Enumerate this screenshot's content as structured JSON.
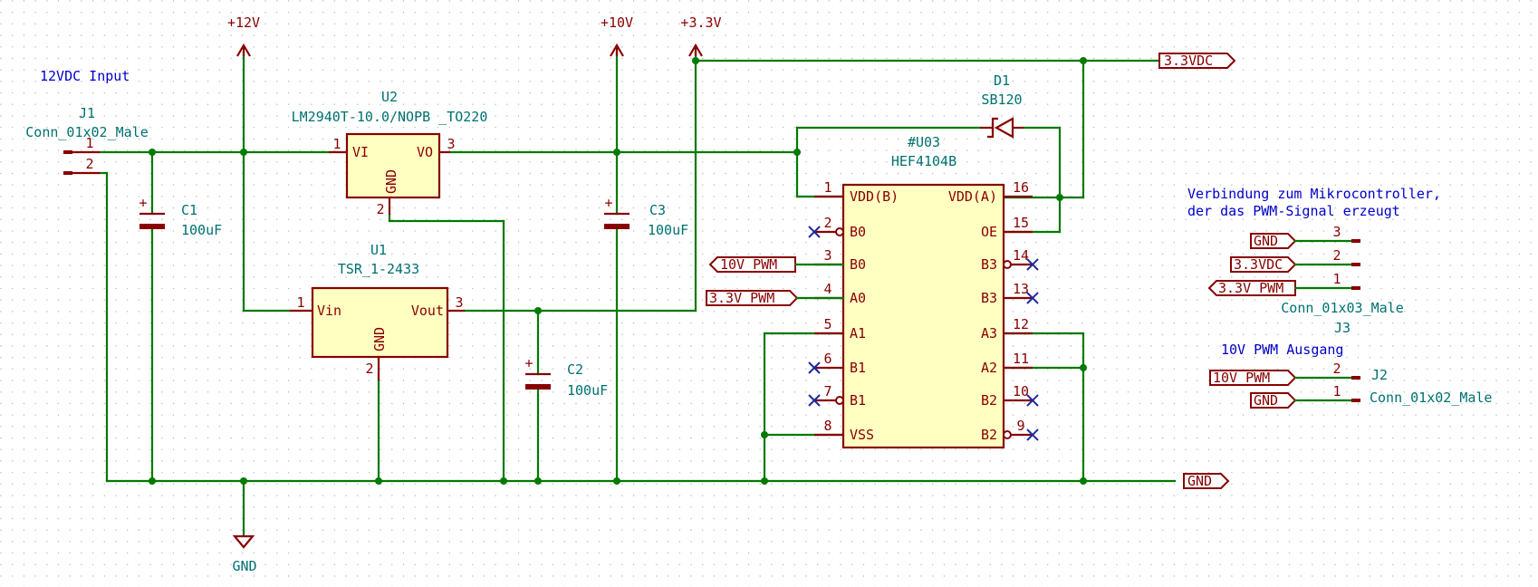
{
  "power": {
    "p12v": "+12V",
    "p10v": "+10V",
    "p33v": "+3.3V",
    "gnd_symbol": "GND"
  },
  "notes": {
    "input": "12VDC Input",
    "mcu_line1": "Verbindung zum Mikrocontroller,",
    "mcu_line2": "der das PWM-Signal erzeugt",
    "pwm_out": "10V PWM Ausgang"
  },
  "components": {
    "j1": {
      "ref": "J1",
      "value": "Conn_01x02_Male",
      "pin1": "1",
      "pin2": "2"
    },
    "u2": {
      "ref": "U2",
      "value": "LM2940T-10.0/NOPB _TO220",
      "vi": "VI",
      "vo": "VO",
      "gnd": "GND",
      "pin1": "1",
      "pin2": "2",
      "pin3": "3"
    },
    "c1": {
      "ref": "C1",
      "value": "100uF",
      "plus": "+"
    },
    "c3": {
      "ref": "C3",
      "value": "100uF",
      "plus": "+"
    },
    "c2": {
      "ref": "C2",
      "value": "100uF",
      "plus": "+"
    },
    "u1": {
      "ref": "U1",
      "value": "TSR_1-2433",
      "vin": "Vin",
      "vout": "Vout",
      "gnd": "GND",
      "pin1": "1",
      "pin2": "2",
      "pin3": "3"
    },
    "d1": {
      "ref": "D1",
      "value": "SB120"
    },
    "u03": {
      "ref": "#U03",
      "value": "HEF4104B",
      "left_pins": [
        {
          "num": "1",
          "name": "VDD(B)"
        },
        {
          "num": "2",
          "name": "B0"
        },
        {
          "num": "3",
          "name": "B0"
        },
        {
          "num": "4",
          "name": "A0"
        },
        {
          "num": "5",
          "name": "A1"
        },
        {
          "num": "6",
          "name": "B1"
        },
        {
          "num": "7",
          "name": "B1"
        },
        {
          "num": "8",
          "name": "VSS"
        }
      ],
      "right_pins": [
        {
          "num": "16",
          "name": "VDD(A)"
        },
        {
          "num": "15",
          "name": "OE"
        },
        {
          "num": "14",
          "name": "B3"
        },
        {
          "num": "13",
          "name": "B3"
        },
        {
          "num": "12",
          "name": "A3"
        },
        {
          "num": "11",
          "name": "A2"
        },
        {
          "num": "10",
          "name": "B2"
        },
        {
          "num": "9",
          "name": "B2"
        }
      ]
    },
    "j3": {
      "ref": "J3",
      "value": "Conn_01x03_Male",
      "pin3": "3",
      "pin2": "2",
      "pin1": "1"
    },
    "j2": {
      "ref": "J2",
      "value": "Conn_01x02_Male",
      "pin2": "2",
      "pin1": "1"
    }
  },
  "labels": {
    "l33vdc_top": "3.3VDC",
    "gnd_right": "GND",
    "pwm10_left": "10V_PWM",
    "pwm33_left": "3.3V_PWM",
    "j3_gnd": "GND",
    "j3_33vdc": "3.3VDC",
    "j3_pwm": "3.3V_PWM",
    "j2_pwm": "10V_PWM",
    "j2_gnd": "GND"
  }
}
